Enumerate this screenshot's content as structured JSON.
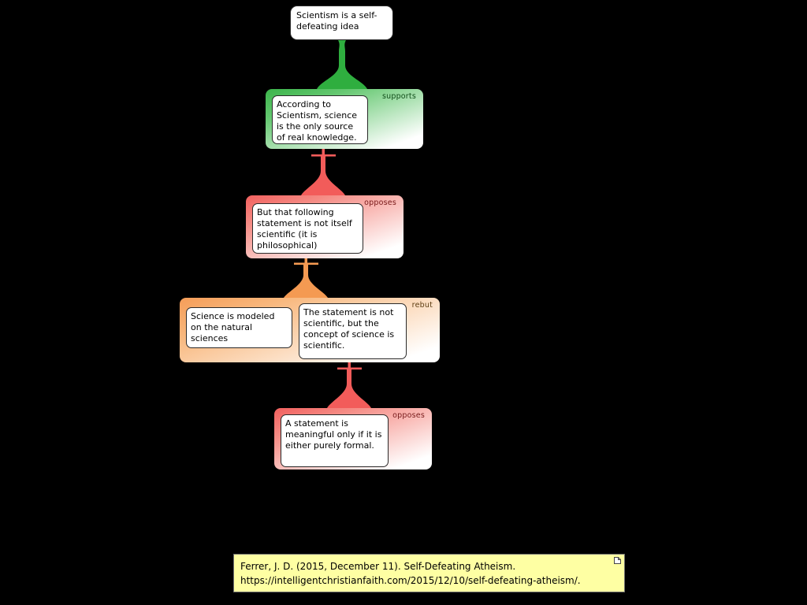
{
  "diagram": {
    "root": {
      "text": "Scientism is a self-defeating idea"
    },
    "groups": [
      {
        "relation": "supports",
        "claims": [
          "According to Scientism, science is the only source of real knowledge."
        ]
      },
      {
        "relation": "opposes",
        "claims": [
          "But that following statement is not itself scientific (it is philosophical)"
        ]
      },
      {
        "relation": "rebut",
        "claims": [
          "Science is modeled on the natural sciences",
          "The statement is not scientific, but the concept of science is scientific."
        ]
      },
      {
        "relation": "opposes",
        "claims": [
          "A statement is meaningful only if it is either purely formal."
        ]
      }
    ],
    "colors": {
      "supports": "#3bb44a",
      "opposes": "#f2605e",
      "rebut": "#f59d58",
      "background": "#000000",
      "note_background": "#feffa3"
    }
  },
  "citation": {
    "line1": "Ferrer, J. D. (2015, December 11). Self-Defeating Atheism.",
    "line2": "https://intelligentchristianfaith.com/2015/12/10/self-defeating-atheism/."
  }
}
